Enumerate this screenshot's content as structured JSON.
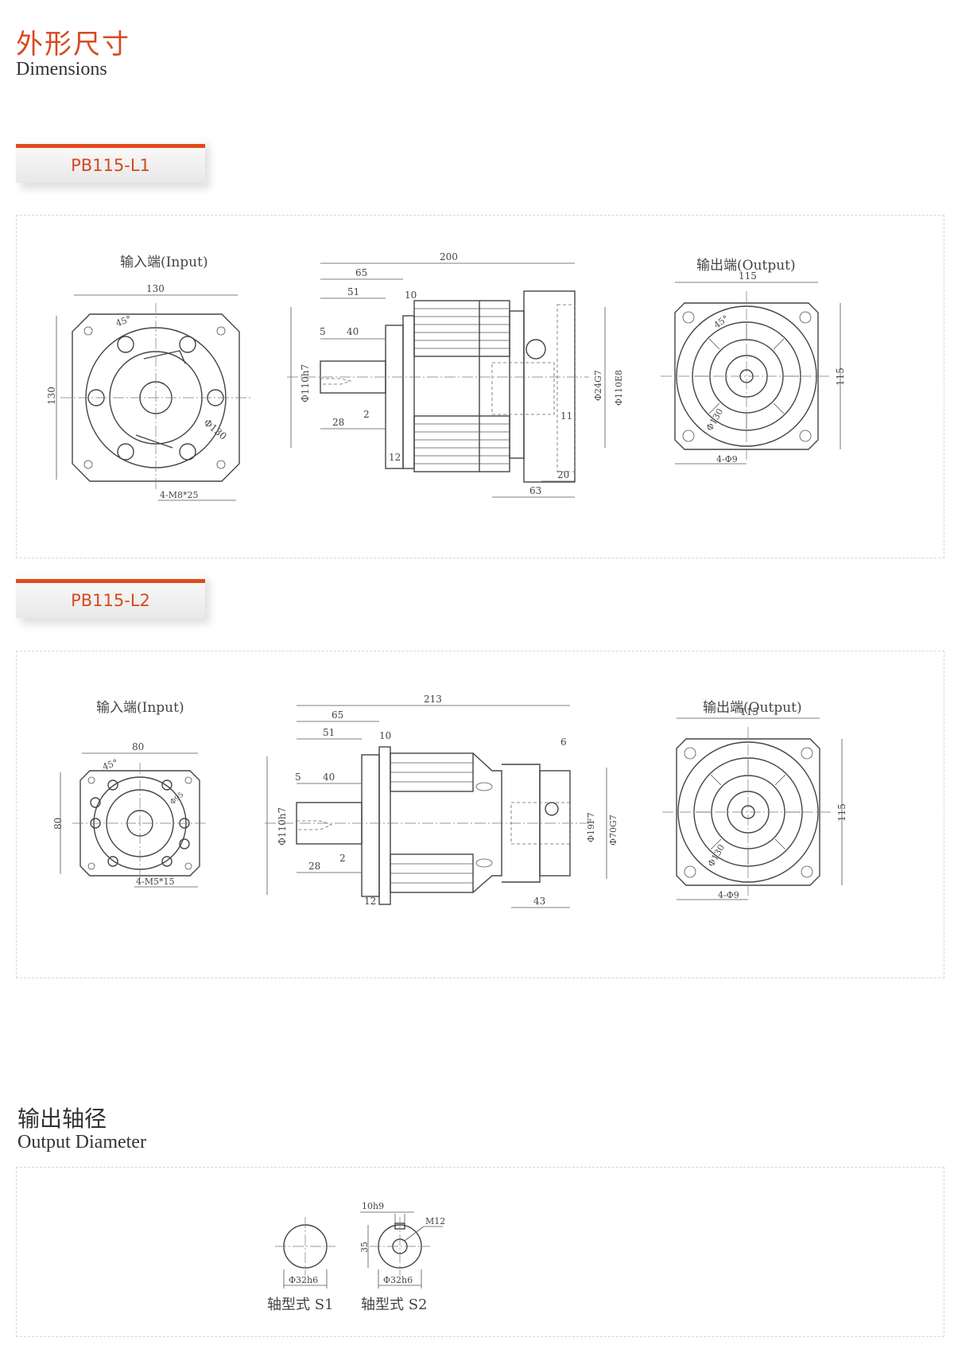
{
  "header": {
    "title_cn": "外形尺寸",
    "title_en": "Dimensions"
  },
  "models": [
    {
      "name": "PB115-L1",
      "input_label": "输入端(Input)",
      "output_label": "输出端(Output)",
      "input": {
        "width": "130",
        "height": "130",
        "angle": "45°",
        "pcd": "Φ130",
        "bolts": "4-M8*25"
      },
      "side": {
        "total": "200",
        "d65": "65",
        "d51": "51",
        "d10": "10",
        "d5": "5",
        "d40": "40",
        "d28": "28",
        "d2": "2",
        "d12": "12",
        "d11": "11",
        "d20": "20",
        "d63": "63",
        "in_dia": "Φ110h7",
        "bore": "Φ24G7",
        "pilot": "Φ110E8"
      },
      "output": {
        "width": "115",
        "height": "115",
        "angle": "45°",
        "pcd": "Φ130",
        "holes": "4-Φ9"
      }
    },
    {
      "name": "PB115-L2",
      "input_label": "输入端(Input)",
      "output_label": "输出端(Output)",
      "input": {
        "width": "80",
        "height": "80",
        "angle": "45°",
        "pcd": "Φ95",
        "bolts": "4-M5*15"
      },
      "side": {
        "total": "213",
        "d65": "65",
        "d51": "51",
        "d10": "10",
        "d6": "6",
        "d5": "5",
        "d40": "40",
        "d28": "28",
        "d2": "2",
        "d12": "12",
        "d43": "43",
        "in_dia": "Φ110h7",
        "bore": "Φ19F7",
        "pilot": "Φ70G7"
      },
      "output": {
        "width": "115",
        "height": "115",
        "angle": "",
        "pcd": "Φ130",
        "holes": "4-Φ9"
      }
    }
  ],
  "output_section": {
    "title_cn": "输出轴径",
    "title_en": "Output Diameter",
    "s1": {
      "caption": "轴型式 S1",
      "dia": "Φ32h6"
    },
    "s2": {
      "caption": "轴型式 S2",
      "dia": "Φ32h6",
      "key": "10h9",
      "thread": "M12",
      "depth": "35"
    }
  }
}
